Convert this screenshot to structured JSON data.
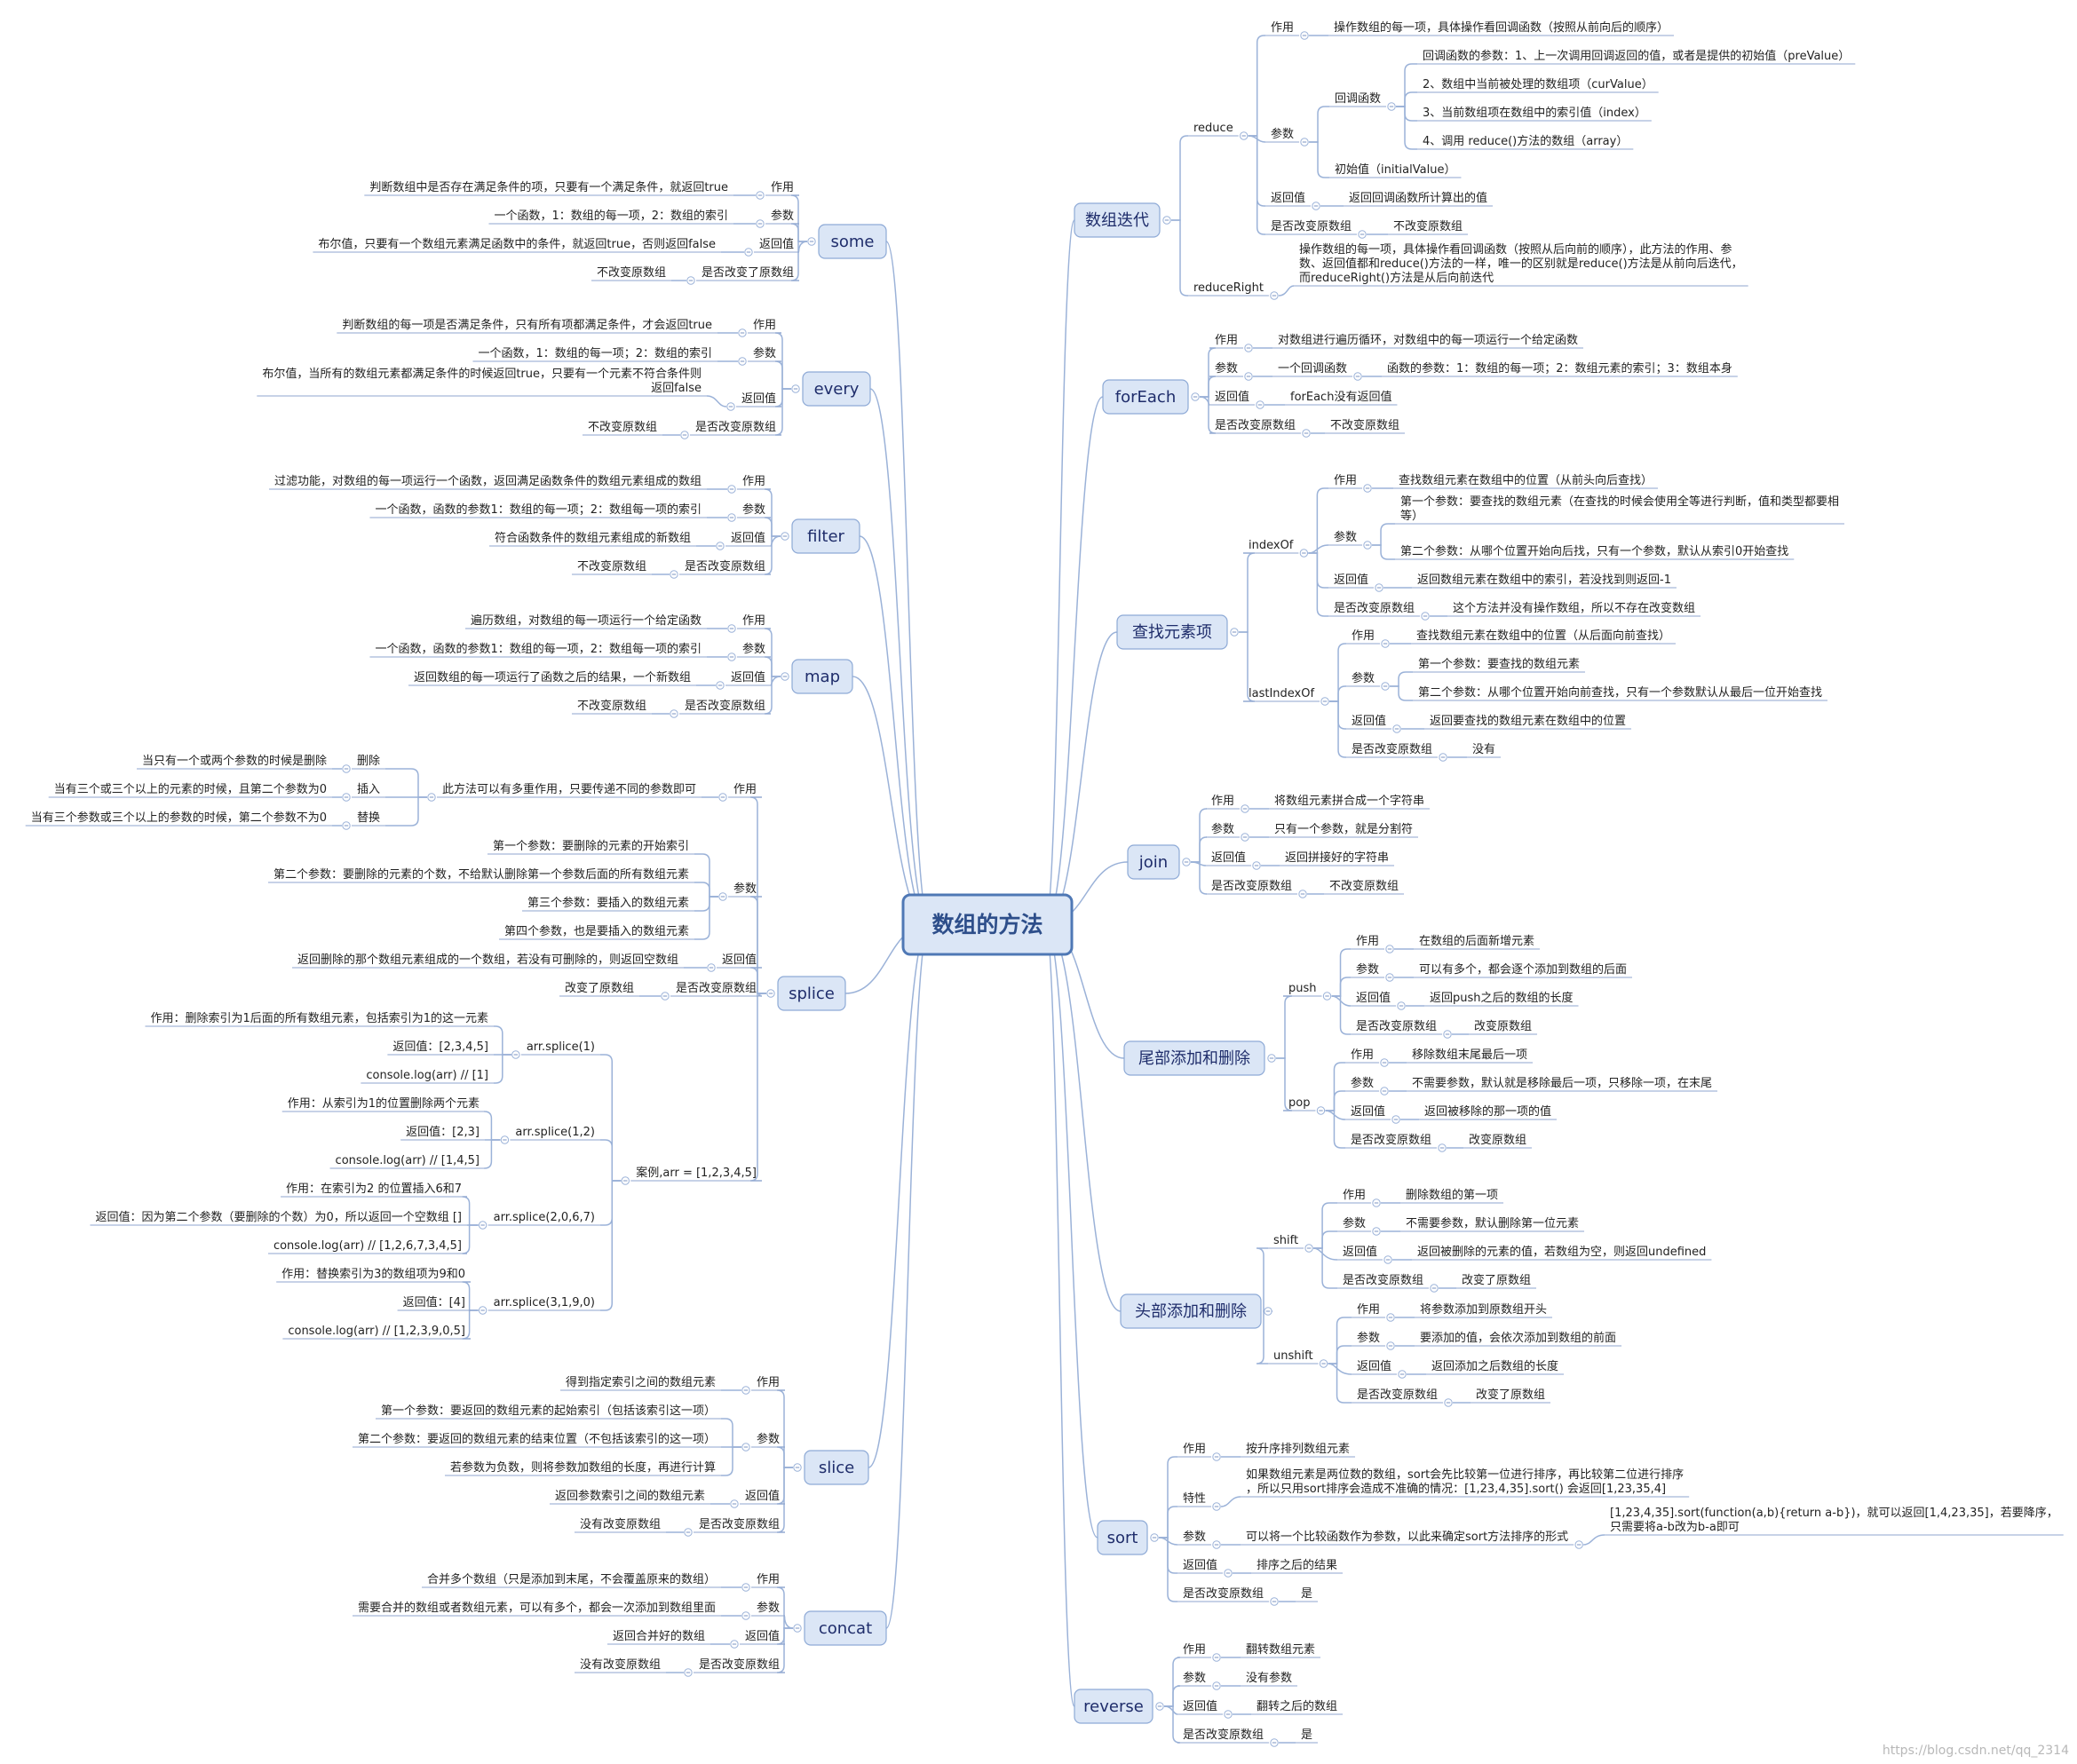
{
  "root": "数组的方法",
  "watermark": "https://blog.csdn.net/qq_2314",
  "branches": [
    {
      "label": "数组迭代",
      "children": [
        {
          "label": "reduce",
          "children": [
            {
              "label": "作用",
              "children": [
                {
                  "label": "操作数组的每一项，具体操作看回调函数（按照从前向后的顺序）"
                }
              ]
            },
            {
              "label": "参数",
              "children": [
                {
                  "label": "回调函数",
                  "children": [
                    {
                      "label": "回调函数的参数：1、上一次调用回调返回的值，或者是提供的初始值（preValue）"
                    },
                    {
                      "label": "2、数组中当前被处理的数组项（curValue）"
                    },
                    {
                      "label": "3、当前数组项在数组中的索引值（index）"
                    },
                    {
                      "label": "4、调用 reduce()方法的数组（array）"
                    }
                  ]
                },
                {
                  "label": "初始值（initialValue）"
                }
              ]
            },
            {
              "label": "返回值",
              "children": [
                {
                  "label": "返回回调函数所计算出的值"
                }
              ]
            },
            {
              "label": "是否改变原数组",
              "children": [
                {
                  "label": "不改变原数组"
                }
              ]
            }
          ]
        },
        {
          "label": "reduceRight",
          "children": [
            {
              "label": "操作数组的每一项，具体操作看回调函数（按照从后向前的顺序），此方法的作用、参数、返回值都和reduce()方法的一样，唯一的区别就是reduce()方法是从前向后迭代，而reduceRight()方法是从后向前迭代"
            }
          ]
        }
      ]
    },
    {
      "label": "forEach",
      "children": [
        {
          "label": "作用",
          "children": [
            {
              "label": "对数组进行遍历循环，对数组中的每一项运行一个给定函数"
            }
          ]
        },
        {
          "label": "参数",
          "children": [
            {
              "label": "一个回调函数",
              "children": [
                {
                  "label": "函数的参数：1：数组的每一项；2：数组元素的索引；3：数组本身"
                }
              ]
            }
          ]
        },
        {
          "label": "返回值",
          "children": [
            {
              "label": "forEach没有返回值"
            }
          ]
        },
        {
          "label": "是否改变原数组",
          "children": [
            {
              "label": "不改变原数组"
            }
          ]
        }
      ]
    },
    {
      "label": "查找元素项",
      "children": [
        {
          "label": "indexOf",
          "children": [
            {
              "label": "作用",
              "children": [
                {
                  "label": "查找数组元素在数组中的位置（从前头向后查找）"
                }
              ]
            },
            {
              "label": "参数",
              "children": [
                {
                  "label": "第一个参数：要查找的数组元素（在查找的时候会使用全等进行判断，值和类型都要相等）"
                },
                {
                  "label": "第二个参数：从哪个位置开始向后找，只有一个参数，默认从索引0开始查找"
                }
              ]
            },
            {
              "label": "返回值",
              "children": [
                {
                  "label": "返回数组元素在数组中的索引，若没找到则返回-1"
                }
              ]
            },
            {
              "label": "是否改变原数组",
              "children": [
                {
                  "label": "这个方法并没有操作数组，所以不存在改变数组"
                }
              ]
            }
          ]
        },
        {
          "label": "lastIndexOf",
          "children": [
            {
              "label": "作用",
              "children": [
                {
                  "label": "查找数组元素在数组中的位置（从后面向前查找）"
                }
              ]
            },
            {
              "label": "参数",
              "children": [
                {
                  "label": "第一个参数：要查找的数组元素"
                },
                {
                  "label": "第二个参数：从哪个位置开始向前查找，只有一个参数默认从最后一位开始查找"
                }
              ]
            },
            {
              "label": "返回值",
              "children": [
                {
                  "label": "返回要查找的数组元素在数组中的位置"
                }
              ]
            },
            {
              "label": "是否改变原数组",
              "children": [
                {
                  "label": "没有"
                }
              ]
            }
          ]
        }
      ]
    },
    {
      "label": "join",
      "children": [
        {
          "label": "作用",
          "children": [
            {
              "label": "将数组元素拼合成一个字符串"
            }
          ]
        },
        {
          "label": "参数",
          "children": [
            {
              "label": "只有一个参数，就是分割符"
            }
          ]
        },
        {
          "label": "返回值",
          "children": [
            {
              "label": "返回拼接好的字符串"
            }
          ]
        },
        {
          "label": "是否改变原数组",
          "children": [
            {
              "label": "不改变原数组"
            }
          ]
        }
      ]
    },
    {
      "label": "尾部添加和删除",
      "children": [
        {
          "label": "push",
          "children": [
            {
              "label": "作用",
              "children": [
                {
                  "label": "在数组的后面新增元素"
                }
              ]
            },
            {
              "label": "参数",
              "children": [
                {
                  "label": "可以有多个，都会逐个添加到数组的后面"
                }
              ]
            },
            {
              "label": "返回值",
              "children": [
                {
                  "label": "返回push之后的数组的长度"
                }
              ]
            },
            {
              "label": "是否改变原数组",
              "children": [
                {
                  "label": "改变原数组"
                }
              ]
            }
          ]
        },
        {
          "label": "pop",
          "children": [
            {
              "label": "作用",
              "children": [
                {
                  "label": "移除数组末尾最后一项"
                }
              ]
            },
            {
              "label": "参数",
              "children": [
                {
                  "label": "不需要参数，默认就是移除最后一项，只移除一项，在末尾"
                }
              ]
            },
            {
              "label": "返回值",
              "children": [
                {
                  "label": "返回被移除的那一项的值"
                }
              ]
            },
            {
              "label": "是否改变原数组",
              "children": [
                {
                  "label": "改变原数组"
                }
              ]
            }
          ]
        }
      ]
    },
    {
      "label": "头部添加和删除",
      "children": [
        {
          "label": "shift",
          "children": [
            {
              "label": "作用",
              "children": [
                {
                  "label": "删除数组的第一项"
                }
              ]
            },
            {
              "label": "参数",
              "children": [
                {
                  "label": "不需要参数，默认删除第一位元素"
                }
              ]
            },
            {
              "label": "返回值",
              "children": [
                {
                  "label": "返回被删除的元素的值，若数组为空，则返回undefined"
                }
              ]
            },
            {
              "label": "是否改变原数组",
              "children": [
                {
                  "label": "改变了原数组"
                }
              ]
            }
          ]
        },
        {
          "label": "unshift",
          "children": [
            {
              "label": "作用",
              "children": [
                {
                  "label": "将参数添加到原数组开头"
                }
              ]
            },
            {
              "label": "参数",
              "children": [
                {
                  "label": "要添加的值，会依次添加到数组的前面"
                }
              ]
            },
            {
              "label": "返回值",
              "children": [
                {
                  "label": "返回添加之后数组的长度"
                }
              ]
            },
            {
              "label": "是否改变原数组",
              "children": [
                {
                  "label": "改变了原数组"
                }
              ]
            }
          ]
        }
      ]
    },
    {
      "label": "sort",
      "children": [
        {
          "label": "作用",
          "children": [
            {
              "label": "按升序排列数组元素"
            }
          ]
        },
        {
          "label": "特性",
          "children": [
            {
              "label": "如果数组元素是两位数的数组，sort会先比较第一位进行排序，再比较第二位进行排序，所以只用sort排序会造成不准确的情况：[1,23,4,35].sort() 会返回[1,23,35,4]"
            }
          ]
        },
        {
          "label": "参数",
          "children": [
            {
              "label": "可以将一个比较函数作为参数，以此来确定sort方法排序的形式",
              "children": [
                {
                  "label": "[1,23,4,35].sort(function(a,b){return a-b})，就可以返回[1,4,23,35]，若要降序，只需要将a-b改为b-a即可"
                }
              ]
            }
          ]
        },
        {
          "label": "返回值",
          "children": [
            {
              "label": "排序之后的结果"
            }
          ]
        },
        {
          "label": "是否改变原数组",
          "children": [
            {
              "label": "是"
            }
          ]
        }
      ]
    },
    {
      "label": "reverse",
      "children": [
        {
          "label": "作用",
          "children": [
            {
              "label": "翻转数组元素"
            }
          ]
        },
        {
          "label": "参数",
          "children": [
            {
              "label": "没有参数"
            }
          ]
        },
        {
          "label": "返回值",
          "children": [
            {
              "label": "翻转之后的数组"
            }
          ]
        },
        {
          "label": "是否改变原数组",
          "children": [
            {
              "label": "是"
            }
          ]
        }
      ]
    },
    {
      "label": "some",
      "children": [
        {
          "label": "作用",
          "children": [
            {
              "label": "判断数组中是否存在满足条件的项，只要有一个满足条件，就返回true"
            }
          ]
        },
        {
          "label": "参数",
          "children": [
            {
              "label": "一个函数，1：数组的每一项，2：数组的索引"
            }
          ]
        },
        {
          "label": "返回值",
          "children": [
            {
              "label": "布尔值，只要有一个数组元素满足函数中的条件，就返回true，否则返回false"
            }
          ]
        },
        {
          "label": "是否改变了原数组",
          "children": [
            {
              "label": "不改变原数组"
            }
          ]
        }
      ]
    },
    {
      "label": "every",
      "children": [
        {
          "label": "作用",
          "children": [
            {
              "label": "判断数组的每一项是否满足条件，只有所有项都满足条件，才会返回true"
            }
          ]
        },
        {
          "label": "参数",
          "children": [
            {
              "label": "一个函数，1：数组的每一项；2：数组的索引"
            }
          ]
        },
        {
          "label": "返回值",
          "children": [
            {
              "label": "布尔值，当所有的数组元素都满足条件的时候返回true，只要有一个元素不符合条件则返回false"
            }
          ]
        },
        {
          "label": "是否改变原数组",
          "children": [
            {
              "label": "不改变原数组"
            }
          ]
        }
      ]
    },
    {
      "label": "filter",
      "children": [
        {
          "label": "作用",
          "children": [
            {
              "label": "过滤功能，对数组的每一项运行一个函数，返回满足函数条件的数组元素组成的数组"
            }
          ]
        },
        {
          "label": "参数",
          "children": [
            {
              "label": "一个函数，函数的参数1：数组的每一项；2：数组每一项的索引"
            }
          ]
        },
        {
          "label": "返回值",
          "children": [
            {
              "label": "符合函数条件的数组元素组成的新数组"
            }
          ]
        },
        {
          "label": "是否改变原数组",
          "children": [
            {
              "label": "不改变原数组"
            }
          ]
        }
      ]
    },
    {
      "label": "map",
      "children": [
        {
          "label": "作用",
          "children": [
            {
              "label": "遍历数组，对数组的每一项运行一个给定函数"
            }
          ]
        },
        {
          "label": "参数",
          "children": [
            {
              "label": "一个函数，函数的参数1：数组的每一项，2：数组每一项的索引"
            }
          ]
        },
        {
          "label": "返回值",
          "children": [
            {
              "label": "返回数组的每一项运行了函数之后的结果，一个新数组"
            }
          ]
        },
        {
          "label": "是否改变原数组",
          "children": [
            {
              "label": "不改变原数组"
            }
          ]
        }
      ]
    },
    {
      "label": "splice",
      "children": [
        {
          "label": "作用",
          "children": [
            {
              "label": "此方法可以有多重作用，只要传递不同的参数即可",
              "children": [
                {
                  "label": "删除",
                  "children": [
                    {
                      "label": "当只有一个或两个参数的时候是删除"
                    }
                  ]
                },
                {
                  "label": "插入",
                  "children": [
                    {
                      "label": "当有三个或三个以上的元素的时候，且第二个参数为0"
                    }
                  ]
                },
                {
                  "label": "替换",
                  "children": [
                    {
                      "label": "当有三个参数或三个以上的参数的时候，第二个参数不为0"
                    }
                  ]
                }
              ]
            }
          ]
        },
        {
          "label": "参数",
          "children": [
            {
              "label": "第一个参数：要删除的元素的开始索引"
            },
            {
              "label": "第二个参数：要删除的元素的个数，不给默认删除第一个参数后面的所有数组元素"
            },
            {
              "label": "第三个参数：要插入的数组元素"
            },
            {
              "label": "第四个参数，也是要插入的数组元素"
            }
          ]
        },
        {
          "label": "返回值",
          "children": [
            {
              "label": "返回删除的那个数组元素组成的一个数组，若没有可删除的，则返回空数组"
            }
          ]
        },
        {
          "label": "是否改变原数组",
          "children": [
            {
              "label": "改变了原数组"
            }
          ]
        },
        {
          "label": "案例,arr = [1,2,3,4,5]",
          "children": [
            {
              "label": "arr.splice(1)",
              "children": [
                {
                  "label": "作用：删除索引为1后面的所有数组元素，包括索引为1的这一元素"
                },
                {
                  "label": "返回值：[2,3,4,5]"
                },
                {
                  "label": "console.log(arr) // [1]"
                }
              ]
            },
            {
              "label": "arr.splice(1,2)",
              "children": [
                {
                  "label": "作用：从索引为1的位置删除两个元素"
                },
                {
                  "label": "返回值：[2,3]"
                },
                {
                  "label": "console.log(arr) // [1,4,5]"
                }
              ]
            },
            {
              "label": "arr.splice(2,0,6,7)",
              "children": [
                {
                  "label": "作用：在索引为2 的位置插入6和7"
                },
                {
                  "label": "返回值：因为第二个参数（要删除的个数）为0，所以返回一个空数组 []"
                },
                {
                  "label": "console.log(arr) // [1,2,6,7,3,4,5]"
                }
              ]
            },
            {
              "label": "arr.splice(3,1,9,0)",
              "children": [
                {
                  "label": "作用：替换索引为3的数组项为9和0"
                },
                {
                  "label": "返回值：[4]"
                },
                {
                  "label": "console.log(arr) // [1,2,3,9,0,5]"
                }
              ]
            }
          ]
        }
      ]
    },
    {
      "label": "slice",
      "children": [
        {
          "label": "作用",
          "children": [
            {
              "label": "得到指定索引之间的数组元素"
            }
          ]
        },
        {
          "label": "参数",
          "children": [
            {
              "label": "第一个参数：要返回的数组元素的起始索引（包括该索引这一项）"
            },
            {
              "label": "第二个参数：要返回的数组元素的结束位置（不包括该索引的这一项）"
            },
            {
              "label": "若参数为负数，则将参数加数组的长度，再进行计算"
            }
          ]
        },
        {
          "label": "返回值",
          "children": [
            {
              "label": "返回参数索引之间的数组元素"
            }
          ]
        },
        {
          "label": "是否改变原数组",
          "children": [
            {
              "label": "没有改变原数组"
            }
          ]
        }
      ]
    },
    {
      "label": "concat",
      "children": [
        {
          "label": "作用",
          "children": [
            {
              "label": "合并多个数组（只是添加到末尾，不会覆盖原来的数组）"
            }
          ]
        },
        {
          "label": "参数",
          "children": [
            {
              "label": "需要合并的数组或者数组元素，可以有多个，都会一次添加到数组里面"
            }
          ]
        },
        {
          "label": "返回值",
          "children": [
            {
              "label": "返回合并好的数组"
            }
          ]
        },
        {
          "label": "是否改变原数组",
          "children": [
            {
              "label": "没有改变原数组"
            }
          ]
        }
      ]
    }
  ]
}
